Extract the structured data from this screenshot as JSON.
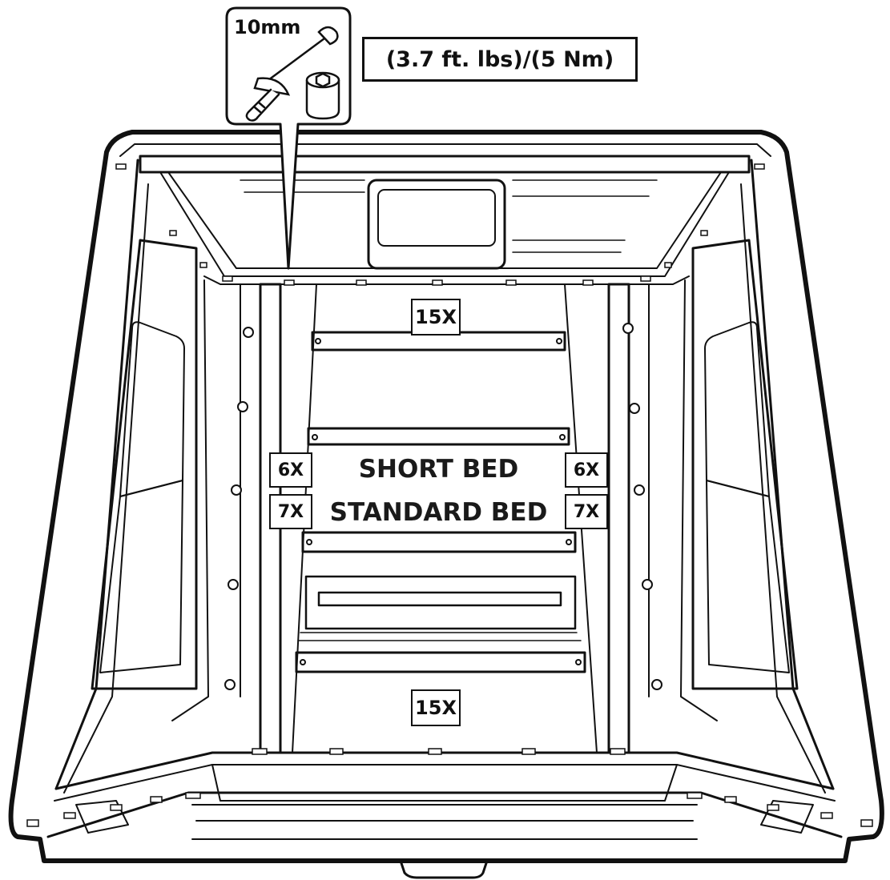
{
  "tool_callout": {
    "size_label": "10mm",
    "icons": [
      "torque-wrench-icon",
      "socket-icon"
    ]
  },
  "torque_spec": "(3.7 ft. lbs)/(5 Nm)",
  "counts": {
    "front_row": "15X",
    "rear_row": "15X",
    "left_short": "6X",
    "left_standard": "7X",
    "right_short": "6X",
    "right_standard": "7X"
  },
  "bed_labels": {
    "short": "SHORT BED",
    "standard": "STANDARD BED"
  },
  "colors": {
    "line": "#111111",
    "background": "#ffffff"
  }
}
